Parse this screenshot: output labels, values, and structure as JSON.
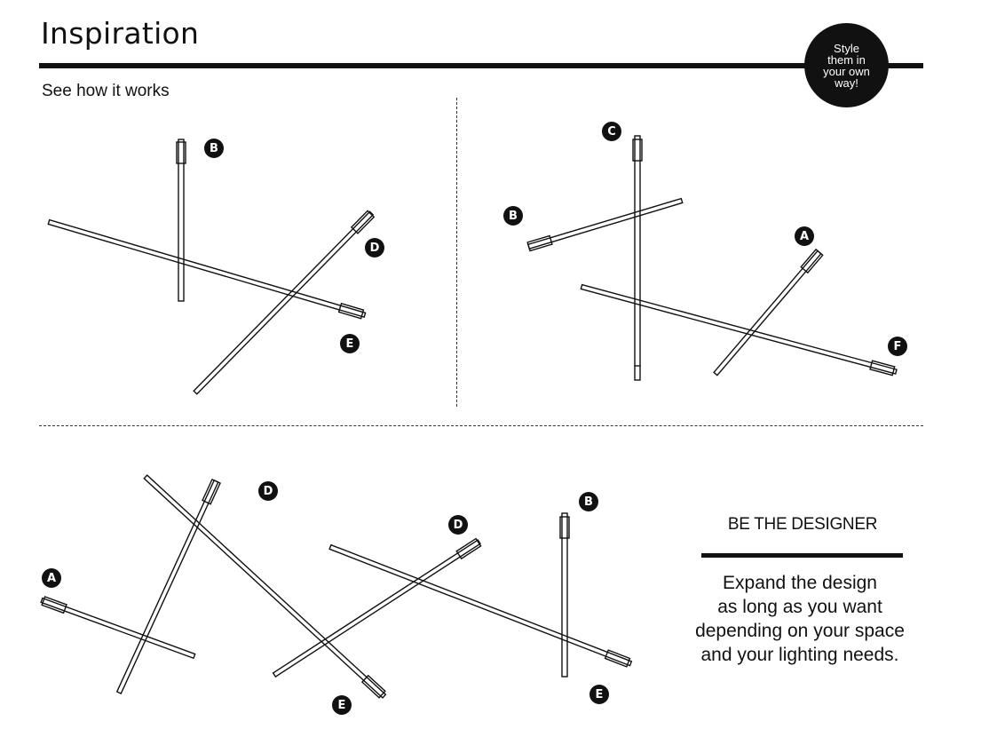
{
  "header": {
    "title": "Inspiration",
    "subtitle": "See how it works"
  },
  "badge": {
    "lines": [
      "Style",
      "them in",
      "your own",
      "way!"
    ]
  },
  "panels": {
    "top_left": {
      "labels": [
        "B",
        "D",
        "E"
      ]
    },
    "top_right": {
      "labels": [
        "C",
        "B",
        "A",
        "F"
      ]
    },
    "bottom": {
      "labels": [
        "D",
        "A",
        "E",
        "D",
        "B",
        "E"
      ]
    }
  },
  "designer": {
    "heading": "BE THE DESIGNER",
    "lines": [
      "Expand the design",
      "as long as you want",
      "depending on your space",
      "and your lighting needs."
    ]
  },
  "colors": {
    "ink": "#111111",
    "background": "#ffffff"
  }
}
